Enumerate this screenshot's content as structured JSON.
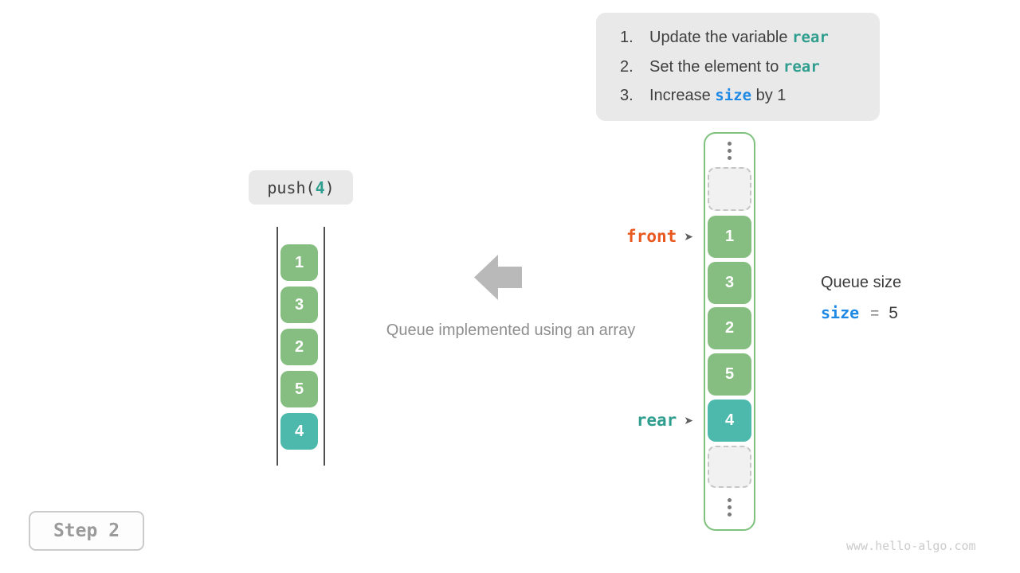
{
  "colors": {
    "green_box": "#86bd80",
    "teal_box": "#4cb9ac",
    "teal_code_text": "#2f9e8e",
    "blue_code_text": "#1e88e5",
    "orange_front_text": "#e8581f",
    "array_border_green": "#7ec27d",
    "chip_bg": "#e9e9e9",
    "arrow_gray": "#b9b9b9"
  },
  "instructions": {
    "items": [
      {
        "num": "1.",
        "pre": "Update the variable ",
        "code": "rear",
        "post": ""
      },
      {
        "num": "2.",
        "pre": "Set the element to ",
        "code": "rear",
        "post": ""
      },
      {
        "num": "3.",
        "pre": "Increase ",
        "code": "size",
        "post": " by 1"
      }
    ]
  },
  "push_chip": {
    "prefix": "push(",
    "arg": "4",
    "suffix": ")"
  },
  "stack": {
    "values": [
      "1",
      "3",
      "2",
      "5",
      "4"
    ],
    "highlighted_value": "4"
  },
  "middle": {
    "caption": "Queue implemented using an array"
  },
  "array": {
    "cells": [
      "1",
      "3",
      "2",
      "5",
      "4"
    ],
    "highlighted_value": "4",
    "front_label": "front",
    "rear_label": "rear",
    "pointer_glyph": "➤"
  },
  "queue_size": {
    "title": "Queue size",
    "variable": "size",
    "equals": "=",
    "value": "5"
  },
  "step": {
    "label": "Step 2"
  },
  "watermark": "www.hello-algo.com"
}
